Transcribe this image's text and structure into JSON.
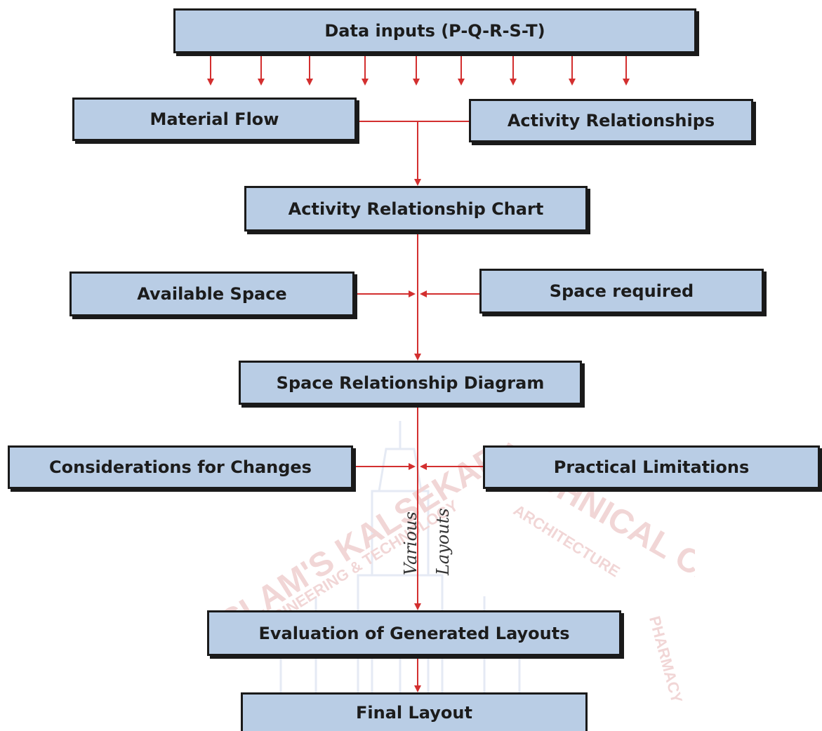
{
  "diagram": {
    "data_inputs": "Data inputs (P-Q-R-S-T)",
    "material_flow": "Material Flow",
    "activity_relationships": "Activity Relationships",
    "activity_relationship_chart": "Activity Relationship Chart",
    "available_space": "Available Space",
    "space_required": "Space required",
    "space_relationship_diagram": "Space Relationship Diagram",
    "considerations_for_changes": "Considerations for Changes",
    "practical_limitations": "Practical Limitations",
    "various_label": "Various",
    "layouts_label": "Layouts",
    "evaluation": "Evaluation of Generated Layouts",
    "final_layout": "Final Layout"
  },
  "watermark": {
    "text_left": "ISLAM'S KALSEKAR",
    "text_right": "TECHNICAL CAMPUS, NEW",
    "text_sub_left": "ENGINEERING & TECHNOLOGY",
    "text_sub_right": "ARCHITECTURE",
    "text_sub_far_right": "PHARMACY"
  },
  "colors": {
    "box_fill": "#b9cde5",
    "box_border": "#1a1a1a",
    "arrow": "#d32f2f",
    "watermark": "#d98b8b"
  }
}
